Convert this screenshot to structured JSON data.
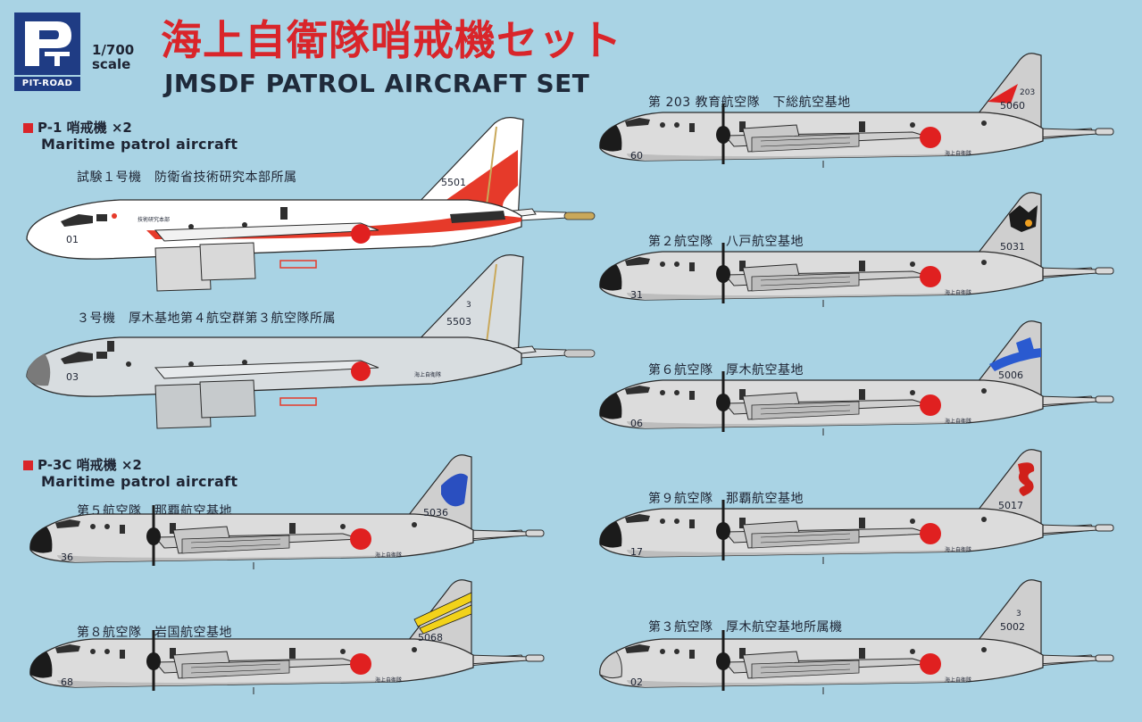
{
  "header": {
    "logo_text": "PIT-ROAD",
    "scale_line1": "1/700",
    "scale_line2": "scale",
    "title_jp": "海上自衛隊哨戒機セット",
    "title_en": "JMSDF PATROL AIRCRAFT SET"
  },
  "colors": {
    "background": "#a9d3e4",
    "accent_red": "#d9252a",
    "hinomaru": "#e02020",
    "p1_body": "#ffffff",
    "p3_body": "#dcdcdc",
    "logo_blue": "#1f3c84"
  },
  "sections": {
    "p1": {
      "heading": "P-1 哨戒機 ×2",
      "subtitle": "Maritime patrol aircraft",
      "aircraft": [
        {
          "caption": "試験１号機　防衛省技術研究本部所属",
          "nose_number": "01",
          "tail_number": "5501",
          "fuselage_text": "技術研究本部"
        },
        {
          "caption": "３号機　厚木基地第４航空群第３航空隊所属",
          "nose_number": "03",
          "tail_number": "5503",
          "tail_top": "3",
          "fuselage_text": "海上自衛隊"
        }
      ]
    },
    "p3c": {
      "heading": "P-3C 哨戒機 ×2",
      "subtitle": "Maritime patrol aircraft",
      "aircraft": [
        {
          "caption": "第５航空隊　那覇航空基地",
          "nose_number": "36",
          "tail_number": "5036",
          "fuselage_text": "海上自衛隊"
        },
        {
          "caption": "第８航空隊　岩国航空基地",
          "nose_number": "68",
          "tail_number": "5068",
          "fuselage_text": "海上自衛隊"
        },
        {
          "caption": "第 203 教育航空隊　下総航空基地",
          "nose_number": "60",
          "tail_number": "5060",
          "tail_top": "203",
          "fuselage_text": "海上自衛隊"
        },
        {
          "caption": "第２航空隊　八戸航空基地",
          "nose_number": "31",
          "tail_number": "5031",
          "fuselage_text": "海上自衛隊"
        },
        {
          "caption": "第６航空隊　厚木航空基地",
          "nose_number": "06",
          "tail_number": "5006",
          "fuselage_text": "海上自衛隊"
        },
        {
          "caption": "第９航空隊　那覇航空基地",
          "nose_number": "17",
          "tail_number": "5017",
          "fuselage_text": "海上自衛隊"
        },
        {
          "caption": "第３航空隊　厚木航空基地所属機",
          "nose_number": "02",
          "tail_number": "5002",
          "tail_top": "3",
          "fuselage_text": "海上自衛隊"
        }
      ]
    }
  }
}
